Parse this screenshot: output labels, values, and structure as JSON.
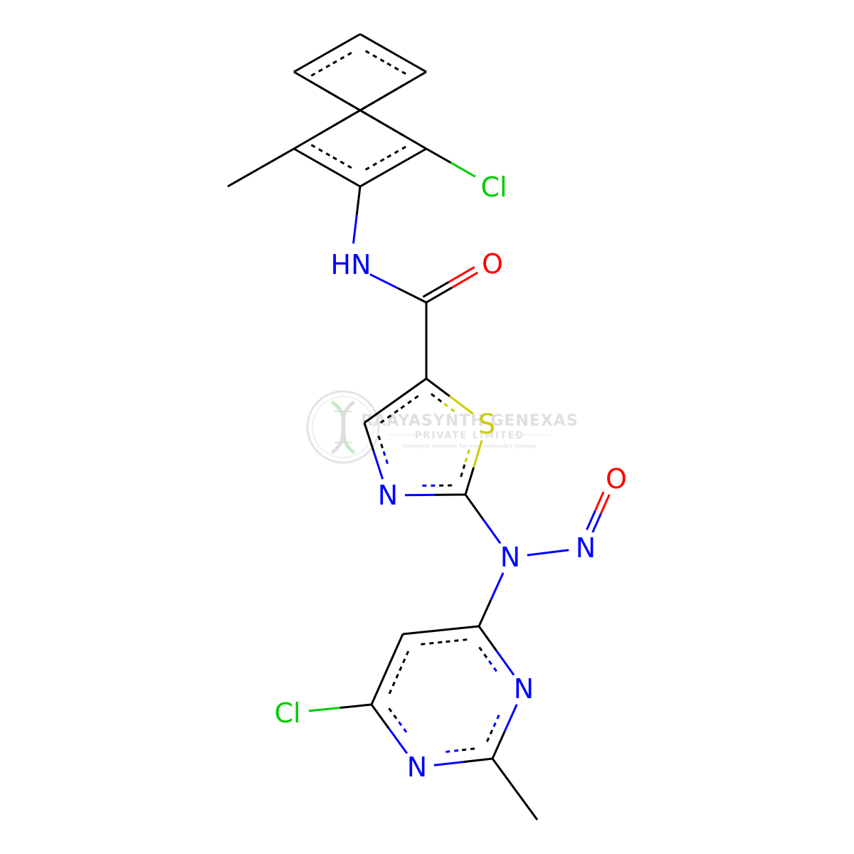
{
  "molecule": {
    "atoms": [
      {
        "id": "c_r1",
        "element": "C",
        "label": ""
      },
      {
        "id": "c_r2",
        "element": "C",
        "label": ""
      },
      {
        "id": "c_r3",
        "element": "C",
        "label": ""
      },
      {
        "id": "c_r4",
        "element": "C",
        "label": ""
      },
      {
        "id": "c_r5",
        "element": "C",
        "label": ""
      },
      {
        "id": "c_r6",
        "element": "C",
        "label": ""
      },
      {
        "id": "c_me1",
        "element": "C",
        "label": ""
      },
      {
        "id": "cl_1",
        "element": "Cl",
        "label": "Cl"
      },
      {
        "id": "n_amide",
        "element": "N",
        "label": "HN"
      },
      {
        "id": "c_carbonyl",
        "element": "C",
        "label": ""
      },
      {
        "id": "o_carbonyl",
        "element": "O",
        "label": "O"
      },
      {
        "id": "c_t5",
        "element": "C",
        "label": ""
      },
      {
        "id": "c_t4",
        "element": "C",
        "label": ""
      },
      {
        "id": "s_thiazole",
        "element": "S",
        "label": "S"
      },
      {
        "id": "n_thiazole",
        "element": "N",
        "label": "N"
      },
      {
        "id": "c_t2",
        "element": "C",
        "label": ""
      },
      {
        "id": "n_amine",
        "element": "N",
        "label": "N"
      },
      {
        "id": "n_nitroso",
        "element": "N",
        "label": "N"
      },
      {
        "id": "o_nitroso",
        "element": "O",
        "label": "O"
      },
      {
        "id": "c_p4",
        "element": "C",
        "label": ""
      },
      {
        "id": "c_p5",
        "element": "C",
        "label": ""
      },
      {
        "id": "c_p6",
        "element": "C",
        "label": ""
      },
      {
        "id": "cl_2",
        "element": "Cl",
        "label": "Cl"
      },
      {
        "id": "n_p1",
        "element": "N",
        "label": "N"
      },
      {
        "id": "c_p2",
        "element": "C",
        "label": ""
      },
      {
        "id": "n_p3",
        "element": "N",
        "label": "N"
      },
      {
        "id": "c_me2",
        "element": "C",
        "label": ""
      }
    ],
    "bonds": [
      {
        "from": "c_r1",
        "to": "c_r2",
        "order": "aromatic"
      },
      {
        "from": "c_r2",
        "to": "c_r3",
        "order": "aromatic"
      },
      {
        "from": "c_r3",
        "to": "c_r4",
        "order": "aromatic"
      },
      {
        "from": "c_r4",
        "to": "c_r5",
        "order": "aromatic"
      },
      {
        "from": "c_r5",
        "to": "c_r6",
        "order": "aromatic"
      },
      {
        "from": "c_r6",
        "to": "c_r1",
        "order": "aromatic"
      },
      {
        "from": "c_r3",
        "to": "c_me1",
        "order": "single"
      },
      {
        "from": "c_r5",
        "to": "cl_1",
        "order": "single"
      },
      {
        "from": "c_r4",
        "to": "n_amide",
        "order": "single"
      },
      {
        "from": "n_amide",
        "to": "c_carbonyl",
        "order": "single"
      },
      {
        "from": "c_carbonyl",
        "to": "o_carbonyl",
        "order": "double"
      },
      {
        "from": "c_carbonyl",
        "to": "c_t5",
        "order": "single"
      },
      {
        "from": "c_t5",
        "to": "s_thiazole",
        "order": "aromatic"
      },
      {
        "from": "s_thiazole",
        "to": "c_t2",
        "order": "aromatic"
      },
      {
        "from": "c_t2",
        "to": "n_thiazole",
        "order": "aromatic"
      },
      {
        "from": "n_thiazole",
        "to": "c_t4",
        "order": "aromatic"
      },
      {
        "from": "c_t4",
        "to": "c_t5",
        "order": "aromatic"
      },
      {
        "from": "c_t2",
        "to": "n_amine",
        "order": "single"
      },
      {
        "from": "n_amine",
        "to": "n_nitroso",
        "order": "single"
      },
      {
        "from": "n_nitroso",
        "to": "o_nitroso",
        "order": "double"
      },
      {
        "from": "n_amine",
        "to": "c_p4",
        "order": "single"
      },
      {
        "from": "c_p4",
        "to": "c_p5",
        "order": "aromatic"
      },
      {
        "from": "c_p5",
        "to": "c_p6",
        "order": "aromatic"
      },
      {
        "from": "c_p6",
        "to": "n_p1",
        "order": "aromatic"
      },
      {
        "from": "n_p1",
        "to": "c_p2",
        "order": "aromatic"
      },
      {
        "from": "c_p2",
        "to": "n_p3",
        "order": "aromatic"
      },
      {
        "from": "n_p3",
        "to": "c_p4",
        "order": "aromatic"
      },
      {
        "from": "c_p6",
        "to": "cl_2",
        "order": "single"
      },
      {
        "from": "c_p2",
        "to": "c_me2",
        "order": "single"
      }
    ]
  },
  "element_colors": {
    "C": "#000000",
    "N": "#0000FF",
    "O": "#FF0000",
    "S": "#CCCC00",
    "Cl": "#00CC00"
  },
  "watermark": {
    "title": "RAAYASYNTH GENEXAS",
    "subtitle": "PRIVATE LIMITED",
    "tagline": "Complete solutions for your molecule's journey",
    "color": "#c8c8c8"
  }
}
